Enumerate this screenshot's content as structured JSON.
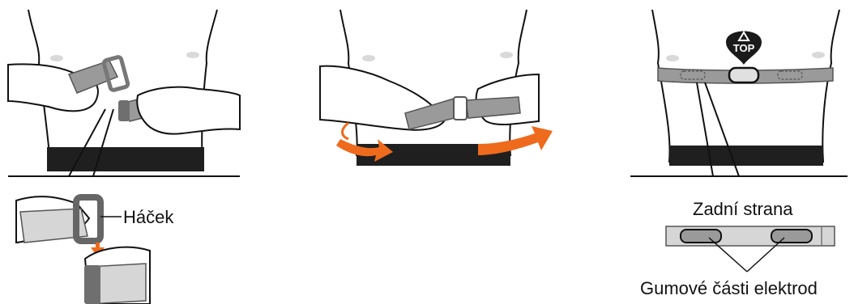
{
  "labels": {
    "hook": "Háček",
    "back_side": "Zadní strana",
    "electrodes": "Gumové části elektrod",
    "top_marker": "TOP"
  },
  "colors": {
    "strap": "#9a9a9a",
    "strap_dark": "#6f6f6f",
    "arrow": "#ee6a1d",
    "skin": "#ffffff",
    "outline": "#111111",
    "belt": "#1f1f1f",
    "marker": "#1a1a1a"
  },
  "icons": [
    "triangle-up-icon"
  ]
}
